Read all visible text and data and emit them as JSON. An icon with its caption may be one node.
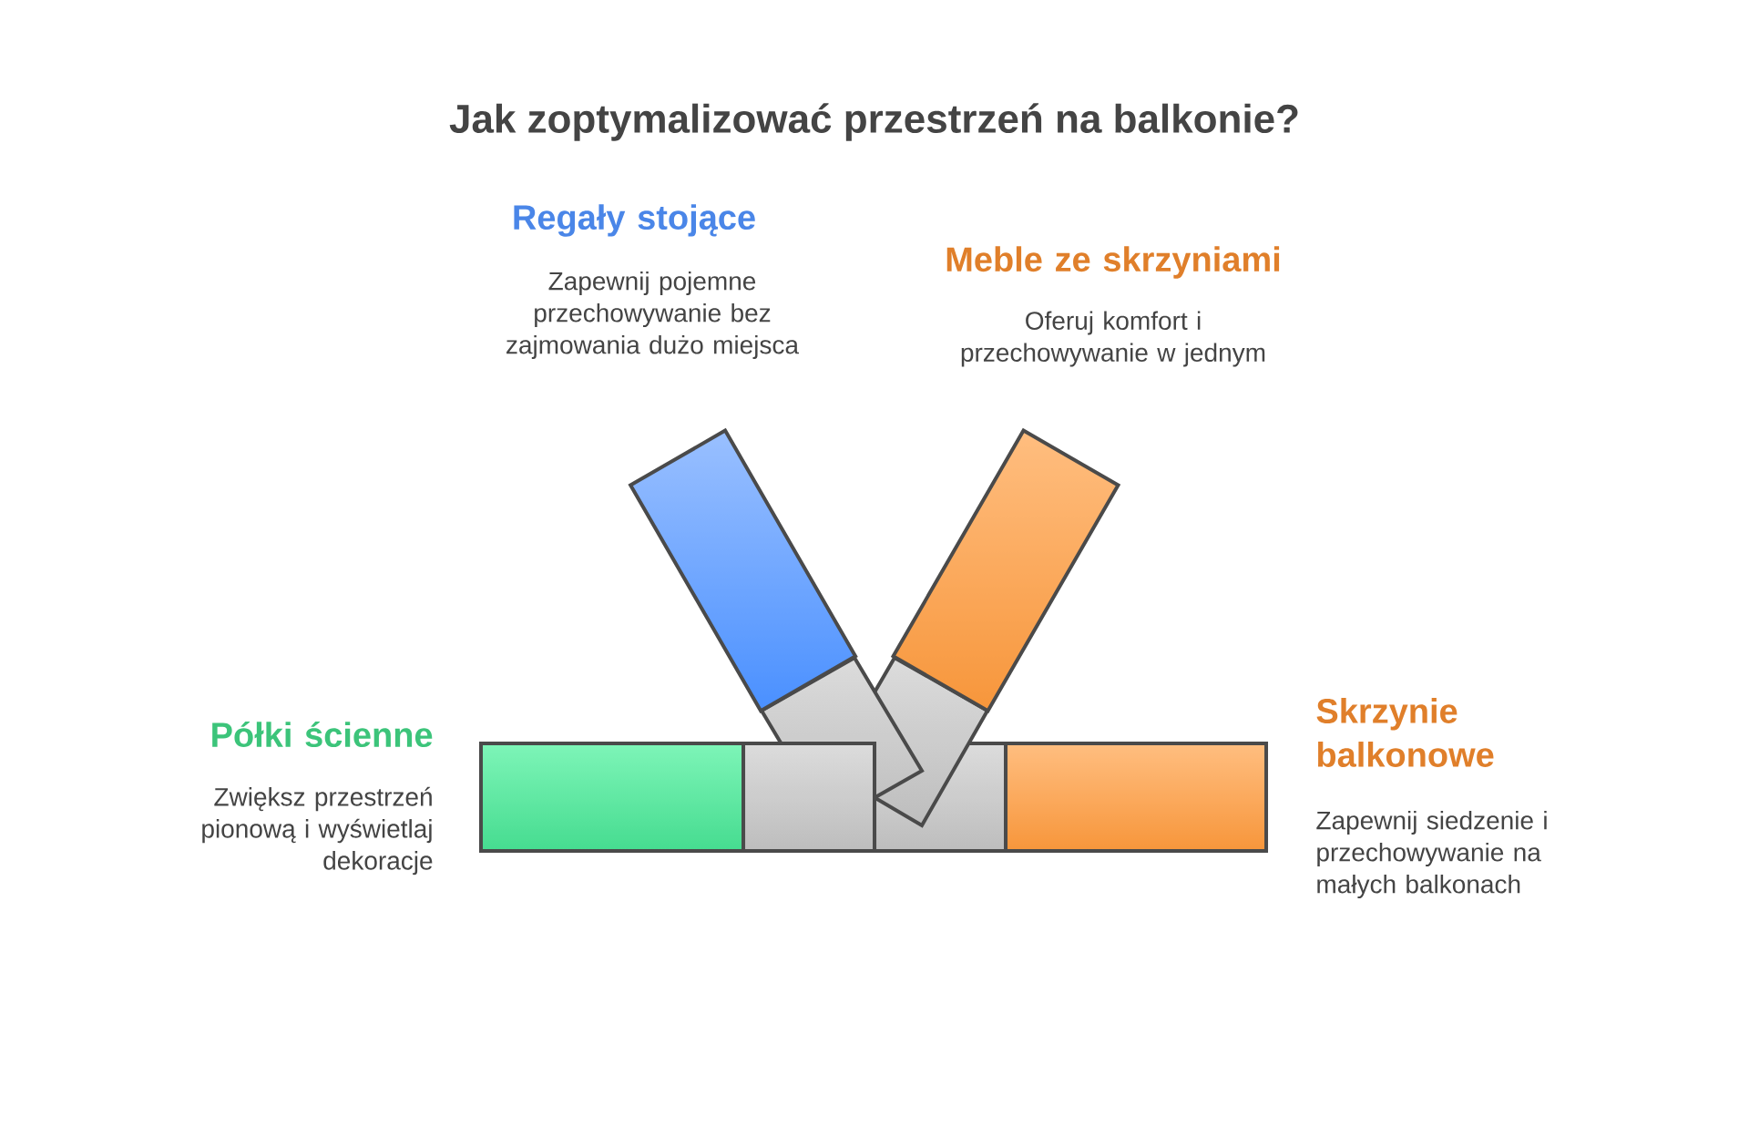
{
  "diagram": {
    "title": "Jak zoptymalizować przestrzeń na balkonie?",
    "nodes": [
      {
        "text": [],
        "shape": "bar",
        "beside": [
          "Regały stojące",
          "Zapewnij pojemne przechowywanie bez zajmowania dużo miejsca"
        ]
      },
      {
        "text": [],
        "shape": "bar",
        "beside": [
          "Meble ze skrzyniami",
          "Oferuj komfort i przechowywanie w jednym"
        ]
      },
      {
        "text": [],
        "shape": "bar",
        "beside": [
          "Półki ścienne",
          "Zwiększ przestrzeń pionową i wyświetlaj dekoracje"
        ]
      },
      {
        "text": [],
        "shape": "bar",
        "beside": [
          "Skrzynie balkonowe",
          "Zapewnij siedzenie i przechowywanie na małych balkonach"
        ]
      }
    ]
  }
}
